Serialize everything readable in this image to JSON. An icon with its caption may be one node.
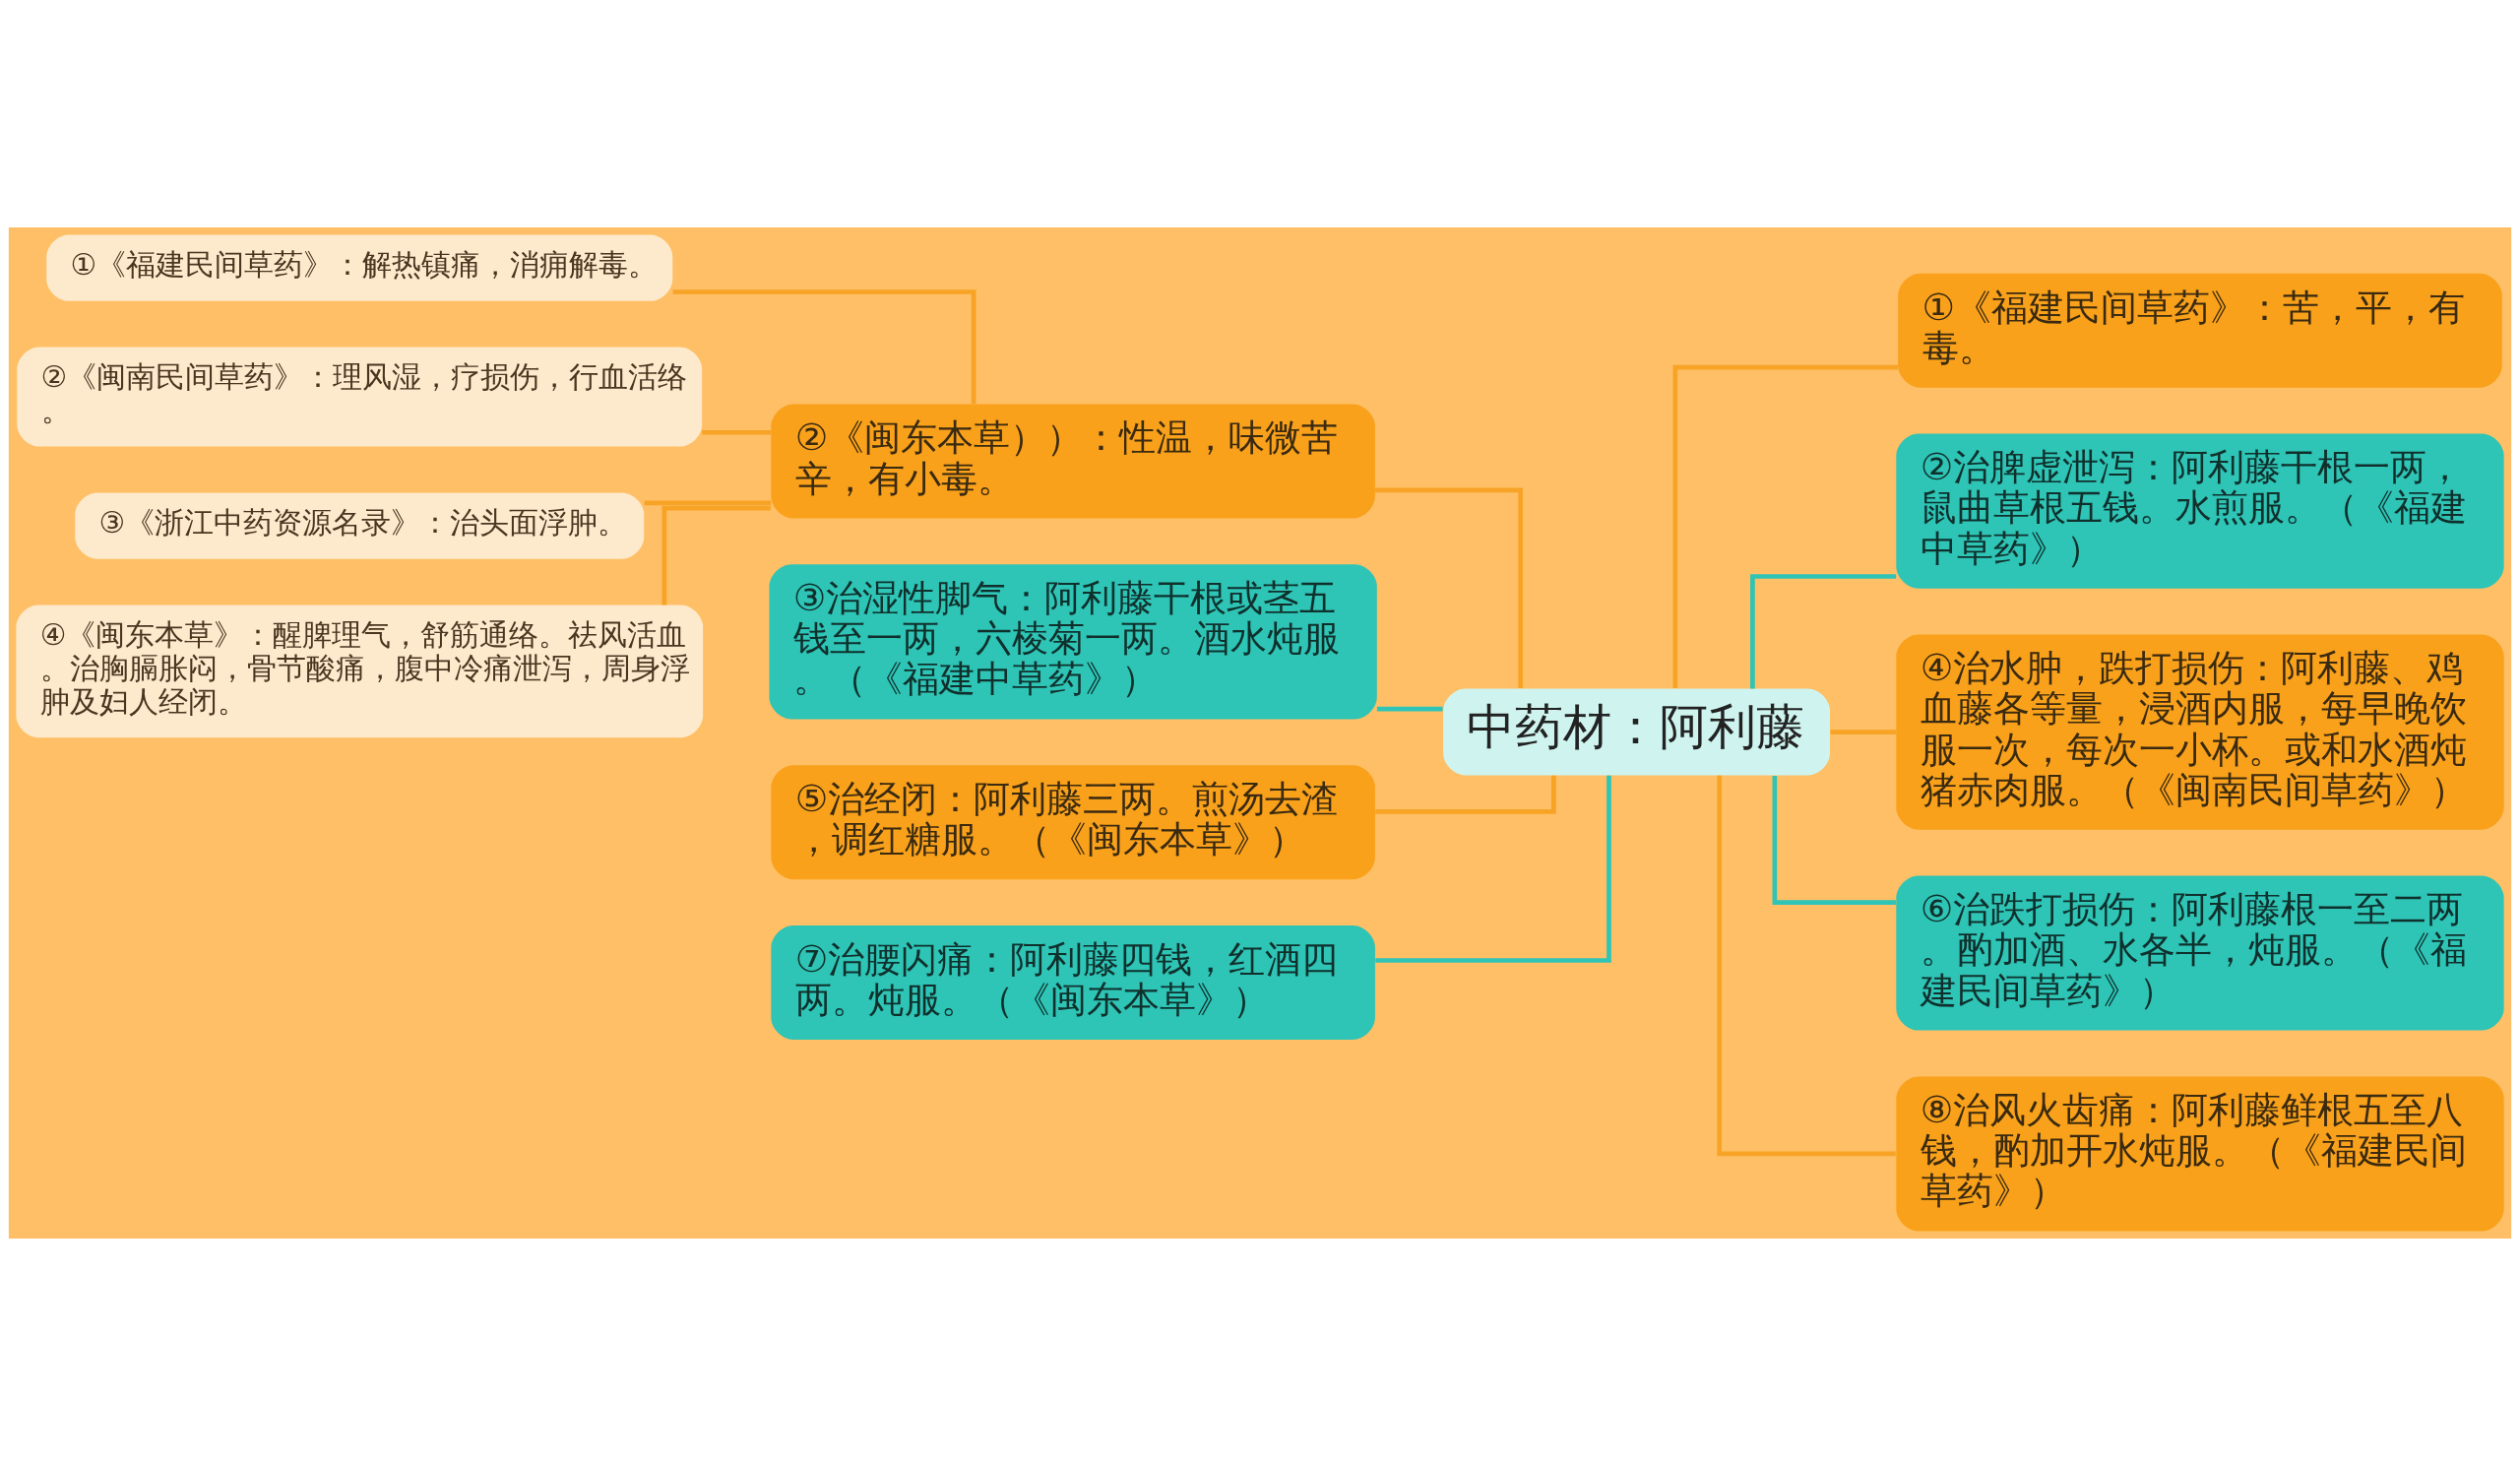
{
  "diagram": {
    "nodes": [
      {
        "text": [
          "中药材：阿利藤"
        ]
      },
      {
        "text": [
          "②《闽东本草））：性温，味微苦辛，有小毒。"
        ]
      },
      {
        "text": [
          "①《福建民间草药》：解热镇痛，消痈解毒。"
        ]
      },
      {
        "text": [
          "②《闽南民间草药》：理风湿，疗损伤，行血活络。"
        ]
      },
      {
        "text": [
          "③《浙江中药资源名录》：治头面浮肿。"
        ]
      },
      {
        "text": [
          "④《闽东本草》：醒脾理气，舒筋通络。祛风活血。治胸膈胀闷，骨节酸痛，腹中冷痛泄泻，周身浮肿及妇人经闭。"
        ]
      },
      {
        "text": [
          "③治湿性脚气：阿利藤干根或茎五钱至一两，六棱菊一两。酒水炖服。（《福建中草药》）"
        ]
      },
      {
        "text": [
          "⑤治经闭：阿利藤三两。煎汤去渣，调红糖服。（《闽东本草》）"
        ]
      },
      {
        "text": [
          "⑦治腰闪痛：阿利藤四钱，红酒四两。炖服。（《闽东本草》）"
        ]
      },
      {
        "text": [
          "①《福建民间草药》：苦，平，有毒。"
        ]
      },
      {
        "text": [
          "②治脾虚泄泻：阿利藤干根一两，鼠曲草根五钱。水煎服。（《福建中草药》）"
        ]
      },
      {
        "text": [
          "④治水肿，跌打损伤：阿利藤、鸡血藤各等量，浸酒内服，每早晚饮服一次，每次一小杯。或和水酒炖猪赤肉服。（《闽南民间草药》）"
        ]
      },
      {
        "text": [
          "⑥治跌打损伤：阿利藤根一至二两。酌加酒、水各半，炖服。（《福建民间草药》）"
        ]
      },
      {
        "text": [
          "⑧治风火齿痛：阿利藤鲜根五至八钱，酌加开水炖服。（《福建民间草药》）"
        ]
      }
    ],
    "edges": [
      {
        "from": 0,
        "to": 1,
        "arrow": "none"
      },
      {
        "from": 1,
        "to": 2,
        "arrow": "none"
      },
      {
        "from": 1,
        "to": 3,
        "arrow": "none"
      },
      {
        "from": 1,
        "to": 4,
        "arrow": "none"
      },
      {
        "from": 1,
        "to": 5,
        "arrow": "none"
      },
      {
        "from": 0,
        "to": 6,
        "arrow": "none",
        "color": "#2ec4b6"
      },
      {
        "from": 0,
        "to": 7,
        "arrow": "none"
      },
      {
        "from": 0,
        "to": 8,
        "arrow": "none",
        "color": "#2ec4b6"
      },
      {
        "from": 0,
        "to": 9,
        "arrow": "none"
      },
      {
        "from": 0,
        "to": 10,
        "arrow": "none",
        "color": "#2ec4b6"
      },
      {
        "from": 0,
        "to": 11,
        "arrow": "none"
      },
      {
        "from": 0,
        "to": 12,
        "arrow": "none",
        "color": "#2ec4b6"
      },
      {
        "from": 0,
        "to": 13,
        "arrow": "none"
      }
    ]
  }
}
